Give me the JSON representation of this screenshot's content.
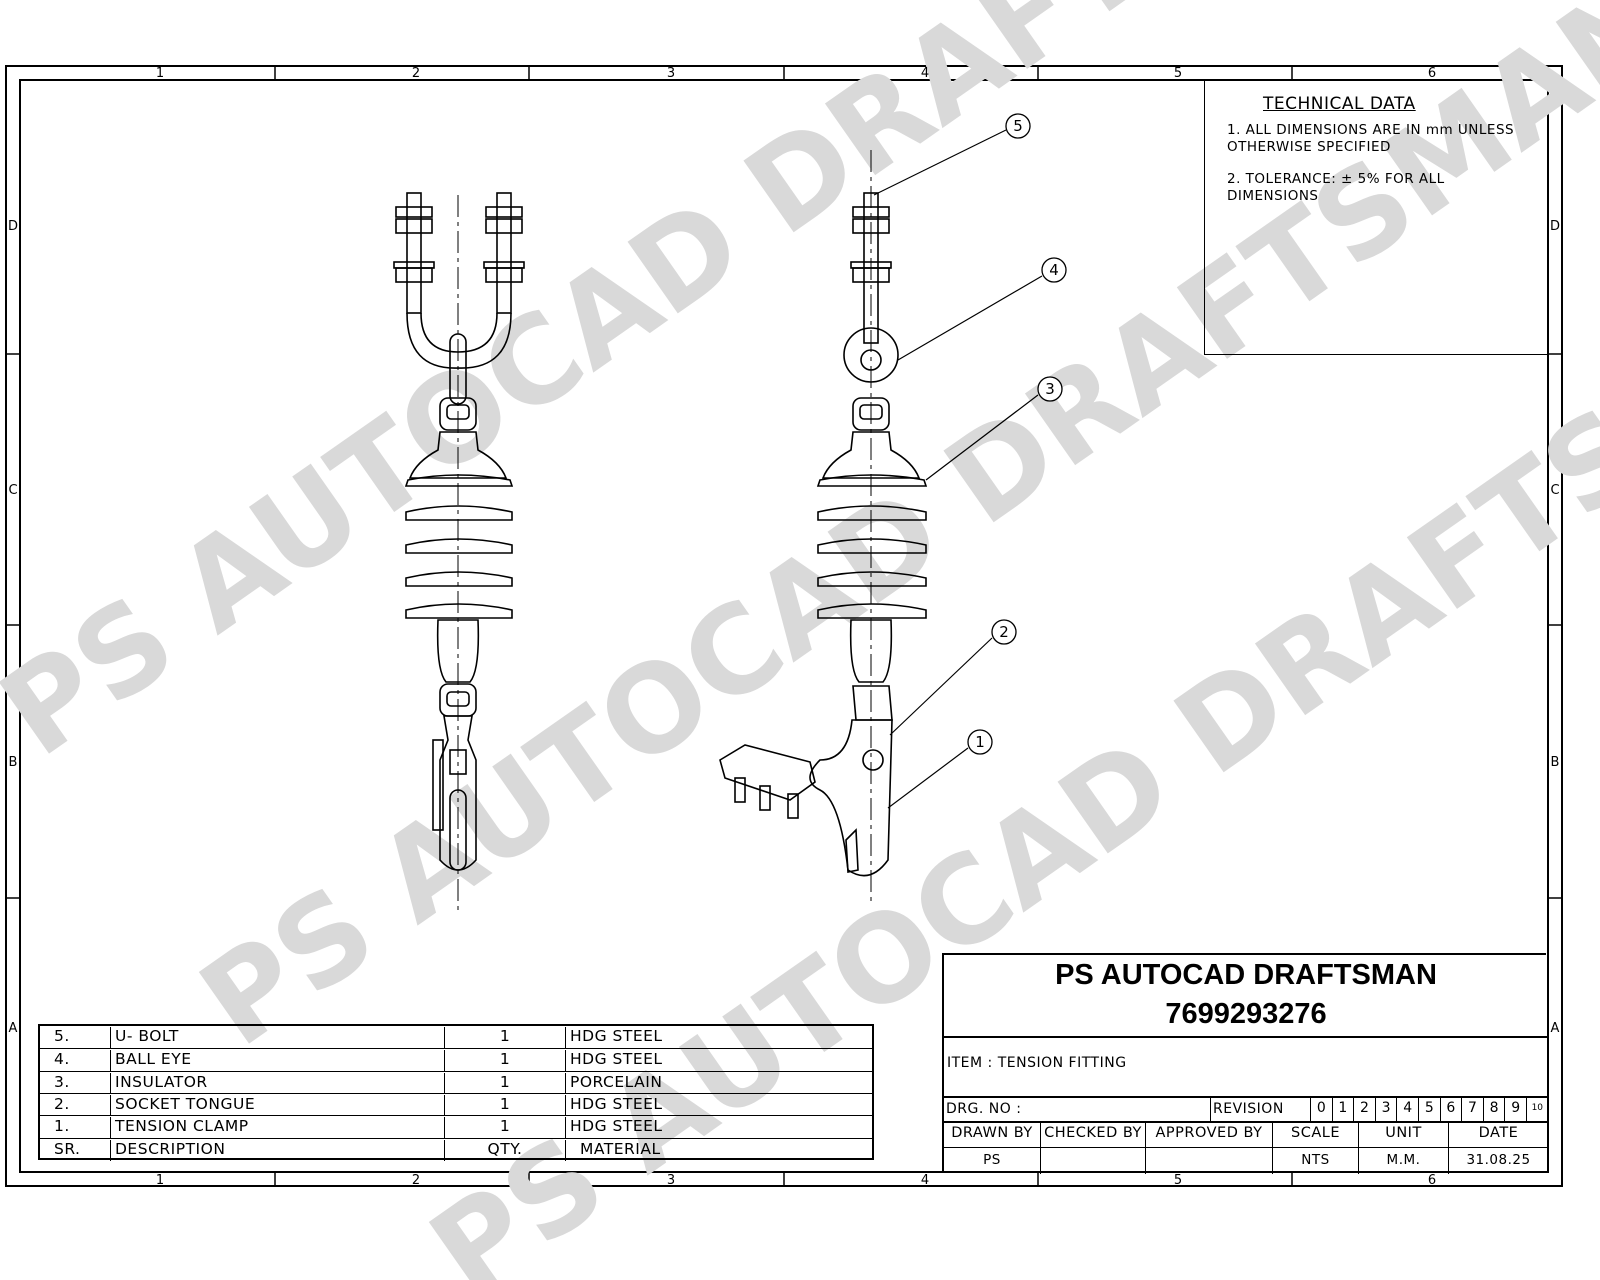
{
  "frame": {
    "columns": [
      "1",
      "2",
      "3",
      "4",
      "5",
      "6"
    ],
    "rows": [
      "D",
      "C",
      "B",
      "A"
    ]
  },
  "watermark": "PS AUTOCAD DRAFTSMAN",
  "technical_data": {
    "heading": "TECHNICAL DATA",
    "notes": [
      "1. ALL DIMENSIONS ARE IN mm UNLESS",
      "OTHERWISE SPECIFIED",
      "2. TOLERANCE: ± 5% FOR ALL",
      "DIMENSIONS"
    ]
  },
  "balloons": [
    "5",
    "4",
    "3",
    "2",
    "1"
  ],
  "bom": {
    "rows": [
      {
        "sr": "5.",
        "description": "U- BOLT",
        "qty": "1",
        "material": "HDG STEEL"
      },
      {
        "sr": "4.",
        "description": "BALL EYE",
        "qty": "1",
        "material": "HDG STEEL"
      },
      {
        "sr": "3.",
        "description": "INSULATOR",
        "qty": "1",
        "material": "PORCELAIN"
      },
      {
        "sr": "2.",
        "description": "SOCKET TONGUE",
        "qty": "1",
        "material": "HDG STEEL"
      },
      {
        "sr": "1.",
        "description": "TENSION CLAMP",
        "qty": "1",
        "material": "HDG STEEL"
      }
    ],
    "header": {
      "sr": "SR.",
      "description": "DESCRIPTION",
      "qty": "QTY.",
      "material": "MATERIAL"
    }
  },
  "title_block": {
    "company": "PS AUTOCAD DRAFTSMAN",
    "phone": "7699293276",
    "item": "ITEM :  TENSION FITTING",
    "drg_no_label": "DRG. NO   :",
    "revision_label": "REVISION",
    "revisions": [
      "0",
      "1",
      "2",
      "3",
      "4",
      "5",
      "6",
      "7",
      "8",
      "9",
      "10"
    ],
    "headers": [
      "DRAWN BY",
      "CHECKED BY",
      "APPROVED BY",
      "SCALE",
      "UNIT",
      "DATE"
    ],
    "values": [
      "PS",
      "",
      "",
      "NTS",
      "M.M.",
      "31.08.25"
    ]
  }
}
